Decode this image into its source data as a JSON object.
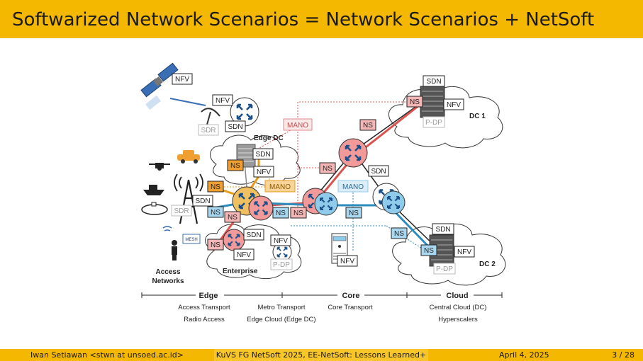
{
  "title": "Softwarized Network Scenarios = Network Scenarios + NetSoft",
  "footer": {
    "author": "Iwan Setiawan <stwn at unsoed.ac.id>",
    "talk": "KuVS FG NetSoft 2025, EE-NetSoft: Lessons Learned+",
    "date": "April 4, 2025",
    "page": "3 / 28"
  },
  "colors": {
    "accent": "#f5b800",
    "ns_red_fill": "#f4b6b6",
    "ns_blue_fill": "#a9d7f0",
    "ns_orange_fill": "#f0a030",
    "router_red": "#f29a9a",
    "router_blue": "#8fcbea",
    "path_red": "#d9534f",
    "path_blue": "#2b8cbe",
    "path_orange": "#e89a1a"
  },
  "labels": {
    "nfv": "NFV",
    "sdn": "SDN",
    "ns": "NS",
    "sdr": "SDR",
    "mano": "MANO",
    "pdp": "P-DP",
    "mesh": "MESH",
    "edge_dc": "Edge DC",
    "dc1": "DC 1",
    "dc2": "DC 2",
    "enterprise": "Enterprise",
    "access_networks_1": "Access",
    "access_networks_2": "Networks"
  },
  "axis": {
    "sections": [
      "Edge",
      "Core",
      "Cloud"
    ],
    "row1": [
      "Access Transport",
      "Metro Transport",
      "Core Transport",
      "Central Cloud (DC)"
    ],
    "row2": [
      "Radio Access",
      "Edge Cloud (Edge DC)",
      "Hyperscalers"
    ]
  },
  "icons": [
    "satellite-icon",
    "satellite-dish-icon",
    "drone-icon",
    "car-icon",
    "ship-icon",
    "submarine-icon",
    "radio-tower-icon",
    "person-icon",
    "wifi-icon",
    "router-icon",
    "server-rack-icon",
    "server-icon",
    "cloud-icon"
  ]
}
